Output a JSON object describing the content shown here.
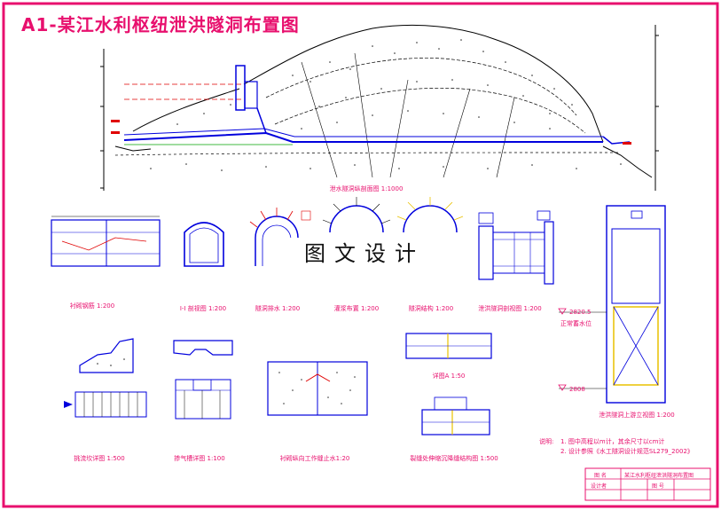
{
  "title": "A1-某江水利枢纽泄洪隧洞布置图",
  "watermark": "图文设计",
  "captions": {
    "main_profile": "泄水隧洞纵剖面图 1:1000",
    "view1": "衬砌钢筋 1:200",
    "view2": "I-I 剖视图 1:200",
    "view3": "隧洞排水 1:200",
    "view4": "灌浆布置 1:200",
    "view5": "隧洞结构 1:200",
    "view6": "泄洪隧洞剖视图 1:200",
    "view7": "挑流坎详图 1:500",
    "view8": "掺气槽详图 1:100",
    "view9": "衬砌纵向工作缝止水1:20",
    "view10": "详图A 1:50",
    "view11": "裂缝处伸缩沉降缝结构图 1:500",
    "view12": "泄洪隧洞上游立视图 1:200"
  },
  "levels": {
    "elev1": "2820.5",
    "elev1_label": "正常蓄水位",
    "elev2": "2808"
  },
  "notes": {
    "heading": "说明:",
    "line1": "1. 图中高程以m计，其余尺寸以cm计",
    "line2": "2. 设计参照《水工隧洞设计规范SL279_2002》"
  },
  "title_block": {
    "drawing_name_label": "图 名",
    "drawing_name": "某江水利枢纽泄洪隧洞布置图",
    "designer_label": "设计者",
    "sheet_label": "图 号"
  },
  "colors": {
    "border": "#e8106e",
    "caption": "#e8106e",
    "line": "#0000dd",
    "hatch": "#222222",
    "accent_red": "#e00000",
    "accent_yellow": "#e8c000",
    "accent_green": "#00a000"
  }
}
